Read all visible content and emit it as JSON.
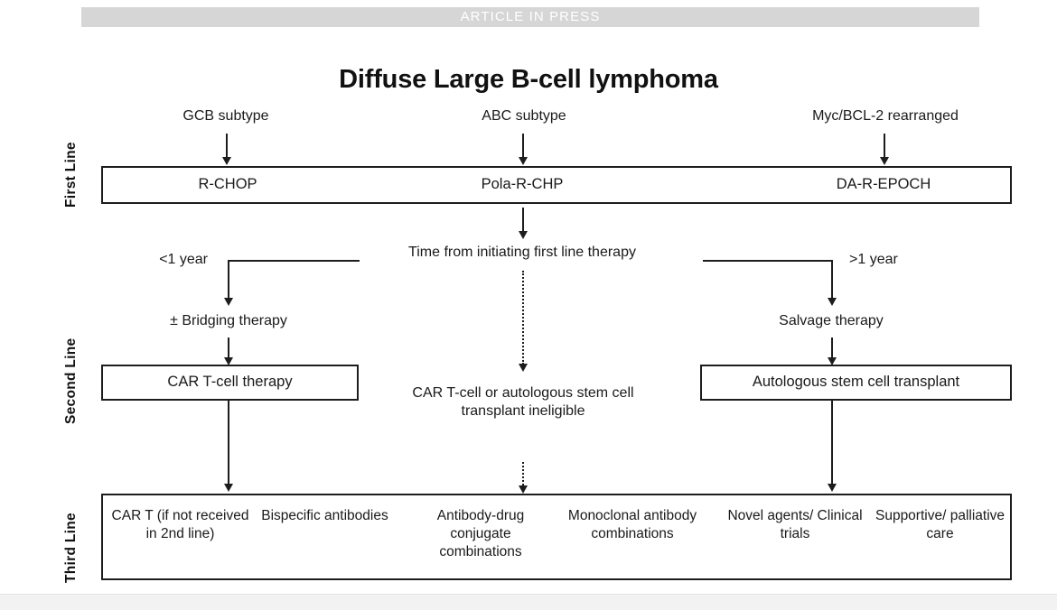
{
  "banner": {
    "text": "ARTICLE IN PRESS"
  },
  "title": "Diffuse Large B-cell lymphoma",
  "line_labels": {
    "first": "First Line",
    "second": "Second Line",
    "third": "Third Line"
  },
  "first_line": {
    "subtypes": [
      {
        "label": "GCB subtype"
      },
      {
        "label": "ABC subtype"
      },
      {
        "label": "Myc/BCL-2 rearranged"
      }
    ],
    "regimens": [
      {
        "label": "R-CHOP"
      },
      {
        "label": "Pola-R-CHP"
      },
      {
        "label": "DA-R-EPOCH"
      }
    ]
  },
  "second_line": {
    "decision": "Time from initiating first line therapy",
    "branch_left": "<1 year",
    "branch_right": ">1 year",
    "left_step": "± Bridging therapy",
    "left_box": "CAR T-cell therapy",
    "middle_note": "CAR T-cell or autologous stem cell transplant ineligible",
    "right_step": "Salvage therapy",
    "right_box": "Autologous stem cell transplant"
  },
  "third_line": {
    "options": [
      {
        "label": "CAR T (if not received in 2nd line)"
      },
      {
        "label": "Bispecific antibodies"
      },
      {
        "label": "Antibody-drug conjugate combinations"
      },
      {
        "label": "Monoclonal antibody combinations"
      },
      {
        "label": "Novel agents/ Clinical trials"
      },
      {
        "label": "Supportive/ palliative care"
      }
    ]
  },
  "colors": {
    "stroke": "#1d1d1d",
    "text": "#1a1a1a",
    "banner_bg": "#d6d6d6",
    "banner_text": "#ffffff",
    "page_bg": "#ffffff"
  }
}
